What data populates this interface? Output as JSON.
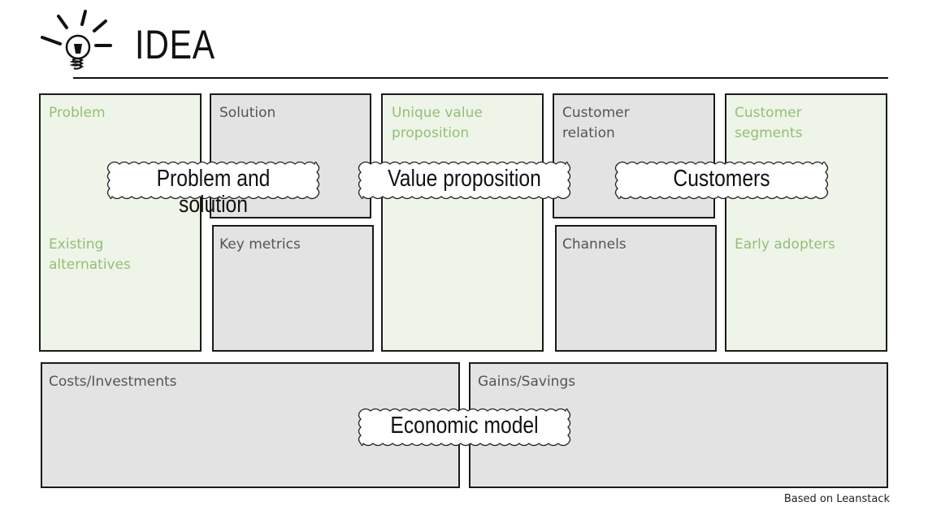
{
  "header": {
    "title": "IDEA",
    "icon": "lightbulb-icon"
  },
  "colors": {
    "green_fill": "#eef5e8",
    "green_text": "#93bf76",
    "gray_fill": "#e3e3e3",
    "gray_text": "#555555",
    "outline": "#1a1a1a"
  },
  "canvas": {
    "blocks": [
      {
        "id": "problem",
        "label": "Problem",
        "theme": "green"
      },
      {
        "id": "existing-alternatives",
        "label": "Existing\nalternatives",
        "theme": "green"
      },
      {
        "id": "solution",
        "label": "Solution",
        "theme": "gray"
      },
      {
        "id": "key-metrics",
        "label": "Key metrics",
        "theme": "gray"
      },
      {
        "id": "unique-value-proposition",
        "label": "Unique value\nproposition",
        "theme": "green"
      },
      {
        "id": "customer-relation",
        "label": "Customer\nrelation",
        "theme": "gray"
      },
      {
        "id": "channels",
        "label": "Channels",
        "theme": "gray"
      },
      {
        "id": "customer-segments",
        "label": "Customer\nsegments",
        "theme": "green"
      },
      {
        "id": "early-adopters",
        "label": "Early adopters",
        "theme": "green"
      },
      {
        "id": "costs-investments",
        "label": "Costs/Investments",
        "theme": "gray"
      },
      {
        "id": "gains-savings",
        "label": "Gains/Savings",
        "theme": "gray"
      }
    ],
    "banners": [
      {
        "id": "problem-and-solution",
        "label": "Problem and solution"
      },
      {
        "id": "value-proposition",
        "label": "Value proposition"
      },
      {
        "id": "customers",
        "label": "Customers"
      },
      {
        "id": "economic-model",
        "label": "Economic model"
      }
    ]
  },
  "footer": {
    "credit": "Based on Leanstack"
  }
}
